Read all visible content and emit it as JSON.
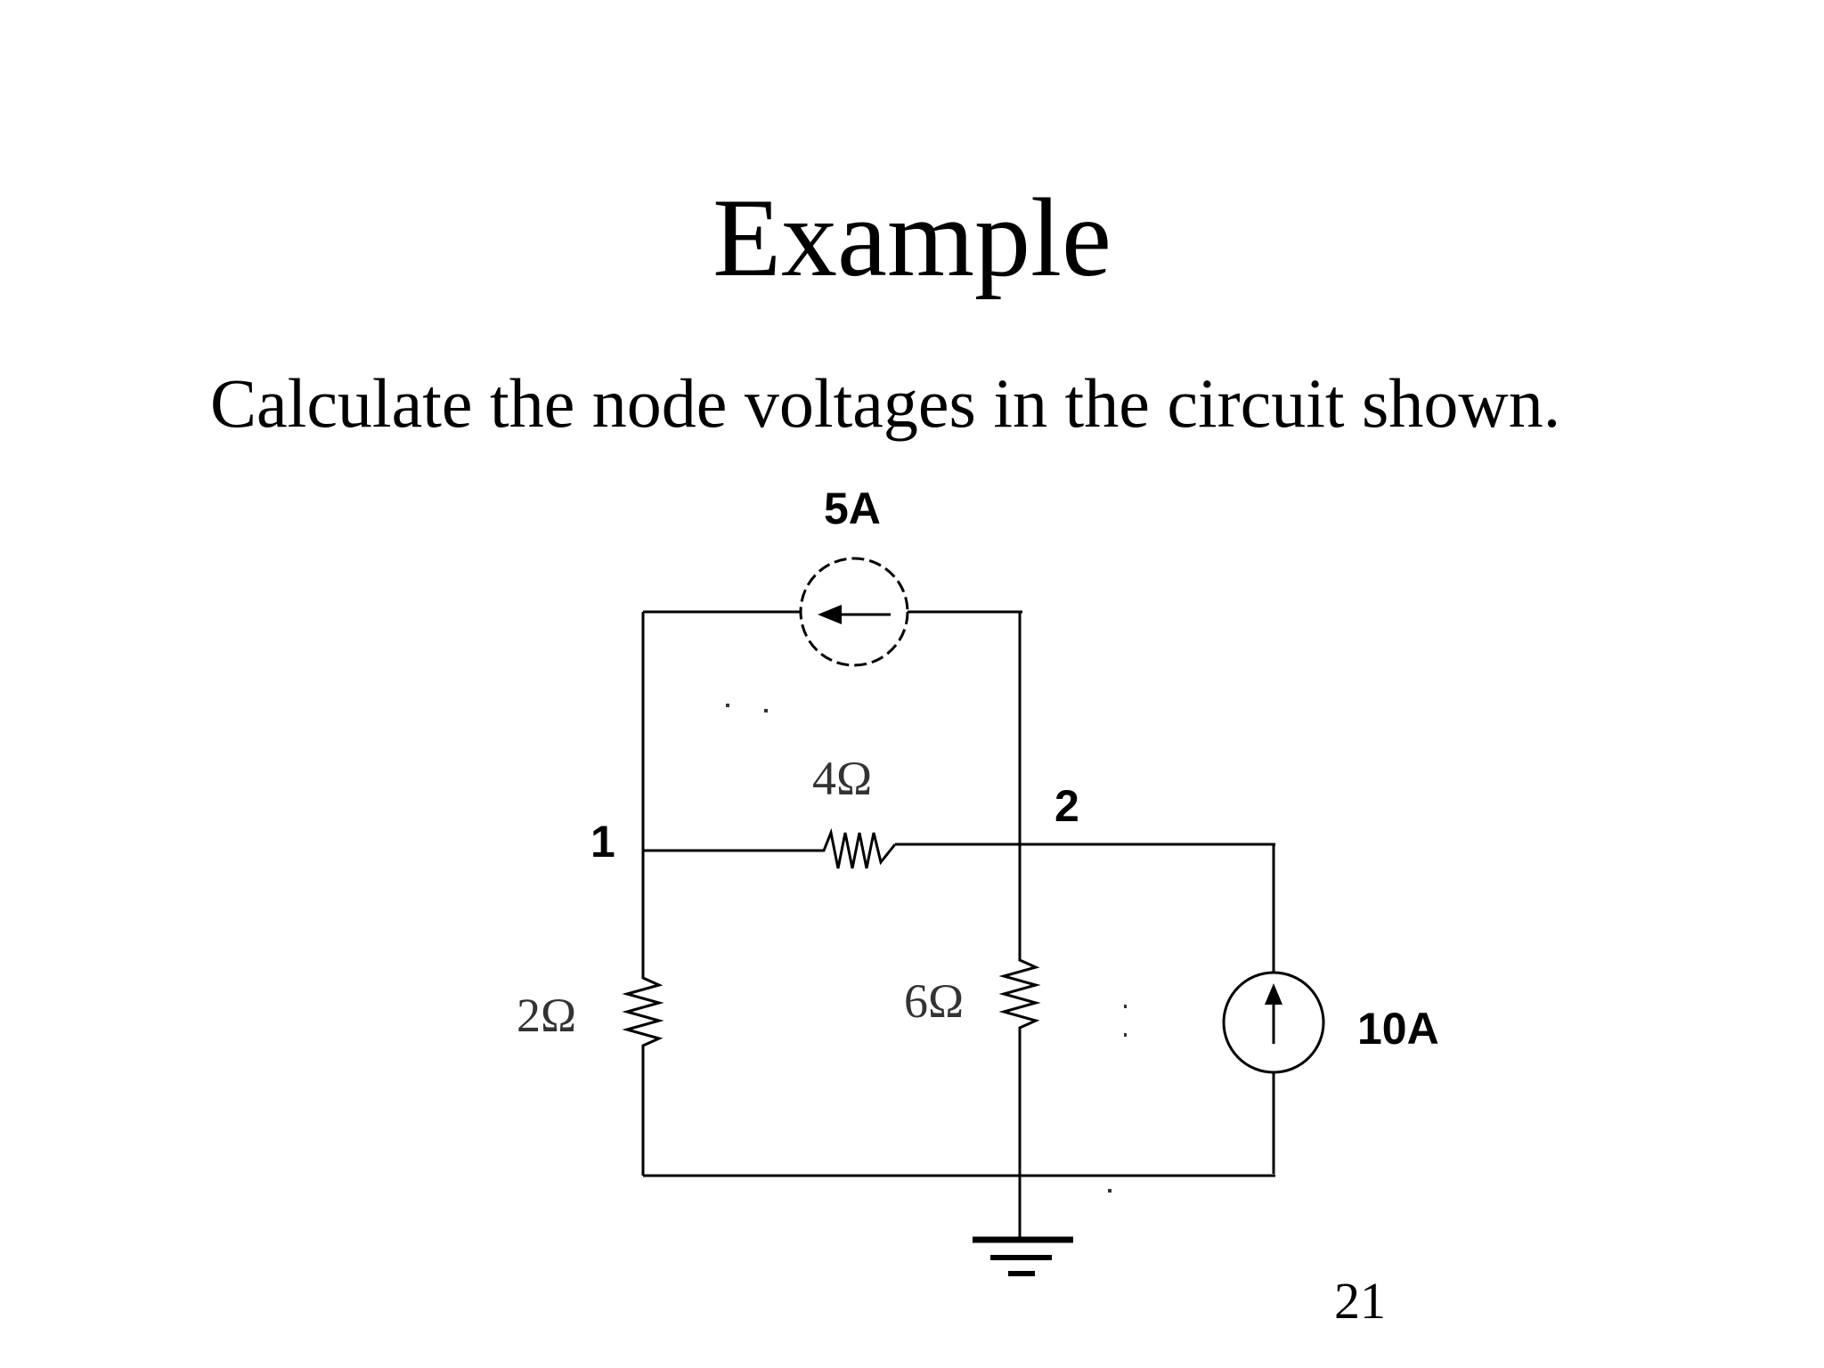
{
  "slide": {
    "title": "Example",
    "prompt": "Calculate the node voltages in the circuit shown.",
    "page_number": "21"
  },
  "circuit": {
    "sources": {
      "top_current_source": {
        "label": "5A",
        "direction": "left"
      },
      "right_current_source": {
        "label": "10A",
        "direction": "up"
      }
    },
    "resistors": {
      "r_top_middle": {
        "label": "4Ω"
      },
      "r_left": {
        "label": "2Ω"
      },
      "r_middle": {
        "label": "6Ω"
      }
    },
    "nodes": {
      "node_1": {
        "label": "1"
      },
      "node_2": {
        "label": "2"
      }
    },
    "ground_icon": "ground-icon"
  }
}
